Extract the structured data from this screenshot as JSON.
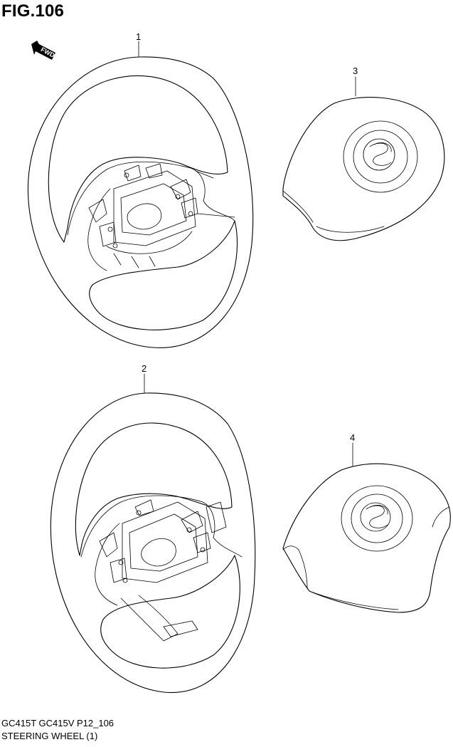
{
  "figure": {
    "title": "FIG.106",
    "fwd_label": "FWD"
  },
  "callouts": [
    {
      "id": "1",
      "label": "1"
    },
    {
      "id": "2",
      "label": "2"
    },
    {
      "id": "3",
      "label": "3"
    },
    {
      "id": "4",
      "label": "4"
    }
  ],
  "parts": [
    {
      "ref": "1",
      "name": "steering-wheel-upper",
      "icon": "steering-wheel-icon"
    },
    {
      "ref": "2",
      "name": "steering-wheel-lower",
      "icon": "steering-wheel-icon"
    },
    {
      "ref": "3",
      "name": "airbag-cover-upper",
      "icon": "airbag-pad-icon"
    },
    {
      "ref": "4",
      "name": "airbag-cover-lower",
      "icon": "airbag-pad-icon"
    }
  ],
  "footer": {
    "model_code": "GC415T GC415V P12_106",
    "section": "STEERING WHEEL (1)"
  }
}
